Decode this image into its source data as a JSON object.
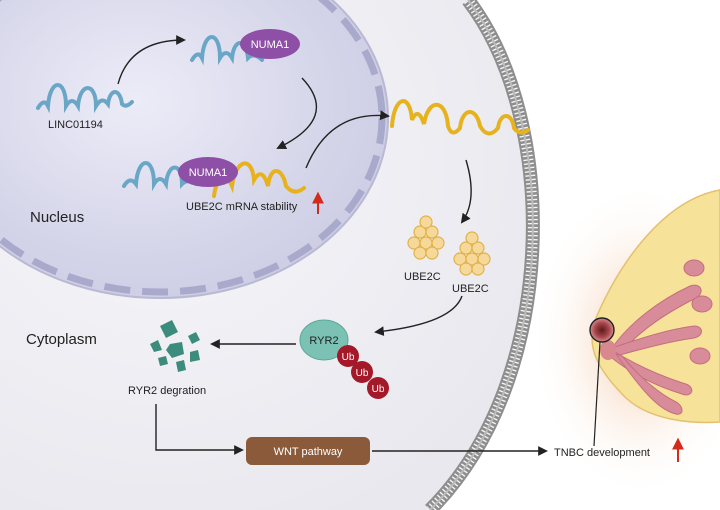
{
  "labels": {
    "linc": "LINC01194",
    "numa1_top": "NUMA1",
    "numa1_bottom": "NUMA1",
    "mrna_stability": "UBE2C mRNA stability",
    "nucleus": "Nucleus",
    "cytoplasm": "Cytoplasm",
    "ube2c_left": "UBE2C",
    "ube2c_right": "UBE2C",
    "ryr2": "RYR2",
    "ub1": "Ub",
    "ub2": "Ub",
    "ub3": "Ub",
    "ryr2_degradation": "RYR2 degration",
    "wnt": "WNT pathway",
    "tnbc": "TNBC development"
  },
  "colors": {
    "lncrna": "#6aa6c6",
    "mrna": "#e6b21e",
    "numa1": "#8e4fa6",
    "nucleus_fill": "#dcdcf0",
    "cytoplasm_fill": "#f1f1f6",
    "membrane": "#9a9a9a",
    "ryr2": "#7cc2b4",
    "ubiquitin": "#a4192a",
    "fragments": "#3b8c7c",
    "wnt_box": "#8a5a3a",
    "breast": "#f7e29a",
    "lobules": "#d88b98",
    "up_arrow": "#d42a1c",
    "arrows": "#222222"
  },
  "icons": {
    "up_arrow_stability": "red-up-arrow-icon",
    "up_arrow_tnbc": "red-up-arrow-icon",
    "ube2c_protein": "protein-cluster-icon",
    "breast": "breast-tissue-icon",
    "tumor": "tumor-icon"
  }
}
